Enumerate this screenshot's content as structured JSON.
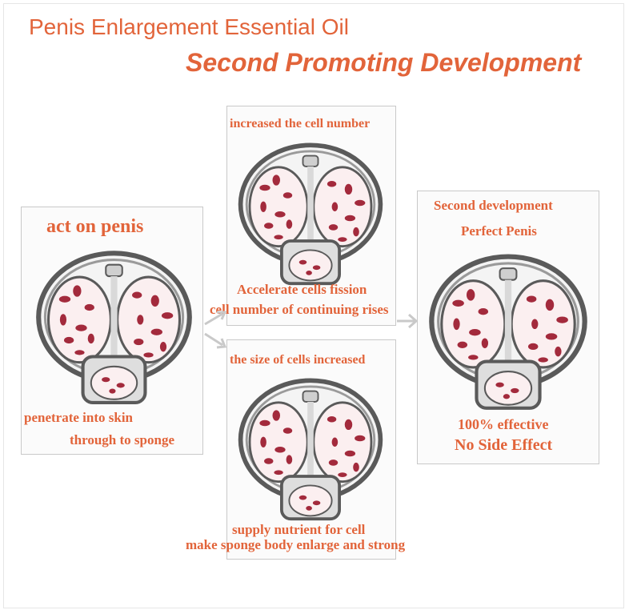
{
  "header": {
    "title": "Penis Enlargement Essential Oil",
    "subtitle": "Second Promoting Development"
  },
  "panels": {
    "left": {
      "heading": "act on penis",
      "caption_line1": "penetrate into skin",
      "caption_line2": "through to sponge"
    },
    "top_middle": {
      "heading": "increased the cell number",
      "caption_line1": "Accelerate cells fission",
      "caption_line2": "cell number of continuing rises"
    },
    "bottom_middle": {
      "heading": "the size of cells increased",
      "caption_line1": "supply nutrient for cell",
      "caption_line2": "make sponge body enlarge  and strong"
    },
    "right": {
      "heading_line1": "Second development",
      "heading_line2": "Perfect Penis",
      "caption_line1": "100% effective",
      "caption_line2": "No Side Effect"
    }
  },
  "colors": {
    "accent": "#e2643a",
    "cell_red": "#a32a3c",
    "outline_gray": "#5a5a5a"
  }
}
